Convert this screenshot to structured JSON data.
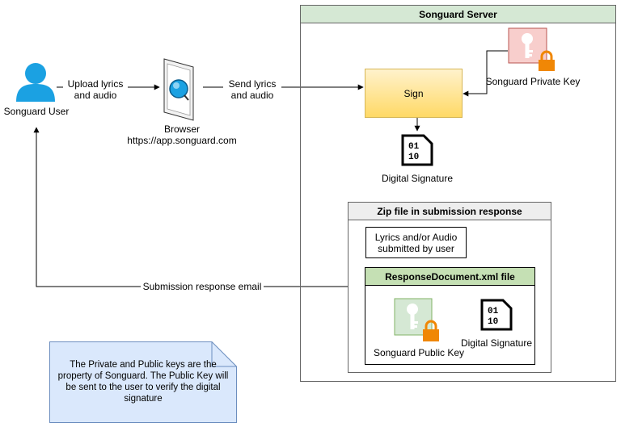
{
  "actors": {
    "user": {
      "label": "Songuard User"
    },
    "browser": {
      "label_line1": "Browser",
      "label_line2": "https://app.songuard.com"
    }
  },
  "edges": {
    "upload": {
      "line1": "Upload lyrics",
      "line2": "and audio"
    },
    "send": {
      "line1": "Send lyrics",
      "line2": "and audio"
    },
    "response_email": {
      "label": "Submission response email"
    }
  },
  "server": {
    "title": "Songuard Server",
    "sign_label": "Sign",
    "private_key_label": "Songuard Private Key",
    "digital_signature_label": "Digital Signature",
    "zip": {
      "title": "Zip file in submission response",
      "lyrics_box": {
        "line1": "Lyrics and/or Audio",
        "line2": "submitted by user"
      },
      "response_doc": {
        "title": "ResponseDocument.xml file",
        "public_key_label": "Songuard Public Key",
        "digital_signature_label": "Digital Signature"
      }
    }
  },
  "note": {
    "line1": "The Private and Public keys are the",
    "line2": "property of Songuard.  The Public Key will",
    "line3": "be sent to the user to verify the digital",
    "line4": "signature"
  },
  "colors": {
    "server_header": "#d5e8d4",
    "zip_header": "#eeeeee",
    "sign_fill_top": "#fff2cc",
    "sign_fill_bottom": "#ffd966",
    "private_key_fill": "#f8cecc",
    "public_key_fill": "#d5e8d4",
    "response_header": "#c5e0b4",
    "note_fill": "#dae8fc",
    "user_icon": "#1ba1e2",
    "lock": "#f08705"
  }
}
